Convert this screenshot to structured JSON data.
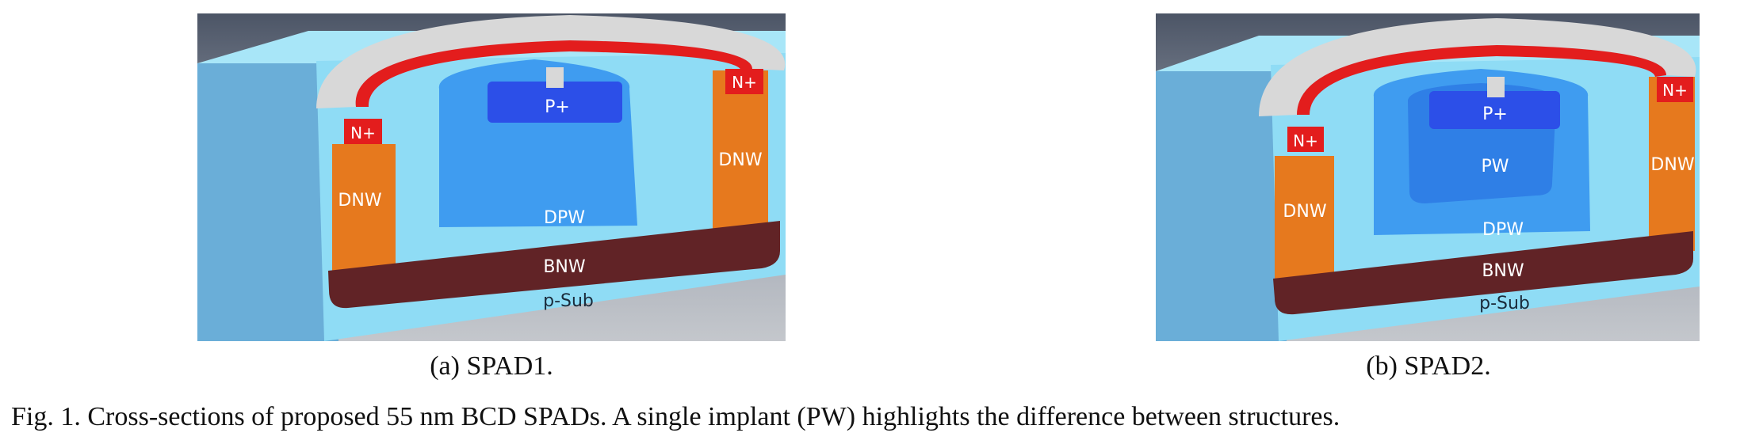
{
  "figure": {
    "panel_a": {
      "caption": "(a) SPAD1.",
      "labels": {
        "n_plus_left": "N+",
        "n_plus_right": "N+",
        "p_plus": "P+",
        "dnw_left": "DNW",
        "dnw_right": "DNW",
        "dpw": "DPW",
        "bnw": "BNW",
        "psub": "p-Sub"
      }
    },
    "panel_b": {
      "caption": "(b) SPAD2.",
      "labels": {
        "n_plus_left": "N+",
        "n_plus_right": "N+",
        "p_plus": "P+",
        "pw": "PW",
        "dnw_left": "DNW",
        "dnw_right": "DNW",
        "dpw": "DPW",
        "bnw": "BNW",
        "psub": "p-Sub"
      }
    },
    "caption": "Fig. 1.  Cross-sections of proposed 55 nm BCD SPADs. A single implant (PW) highlights the difference between structures.",
    "colors": {
      "substrate": "#8fdcf5",
      "substrate_side": "#6aaed8",
      "dpw": "#3f9cf0",
      "pw": "#2f7fe6",
      "p_plus": "#2c4fe8",
      "dnw": "#e6791e",
      "bnw": "#612326",
      "n_plus": "#e31d1d",
      "metal": "#d8d8d8"
    }
  }
}
